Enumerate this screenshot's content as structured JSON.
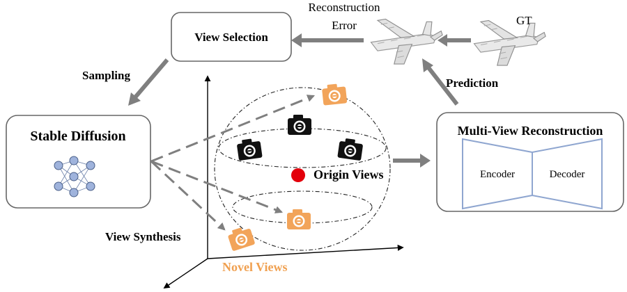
{
  "boxes": {
    "view_selection": "View Selection",
    "stable_diffusion": "Stable Diffusion",
    "mvr": "Multi-View Reconstruction",
    "encoder": "Encoder",
    "decoder": "Decoder"
  },
  "labels": {
    "reconstruction": "Reconstruction",
    "error": "Error",
    "gt": "GT",
    "prediction": "Prediction",
    "sampling": "Sampling",
    "view_synthesis": "View Synthesis",
    "novel_views": "Novel Views",
    "origin_views": "Origin Views"
  },
  "colors": {
    "arrow": "#7f7f7f",
    "box_border": "#555555",
    "camera_orange": "#f2a45a",
    "camera_black": "#111111",
    "origin_dot": "#e3000b",
    "novel_text": "#f0a050",
    "network_node": "#9fb3dc",
    "encoder_line": "#8fa6d0",
    "voxel_light": "#e9e9e9",
    "voxel_dark": "#9a9a9a"
  },
  "icons": {
    "network": "neural-network-icon",
    "camera": "camera-icon",
    "airplane": "voxel-airplane-icon"
  }
}
